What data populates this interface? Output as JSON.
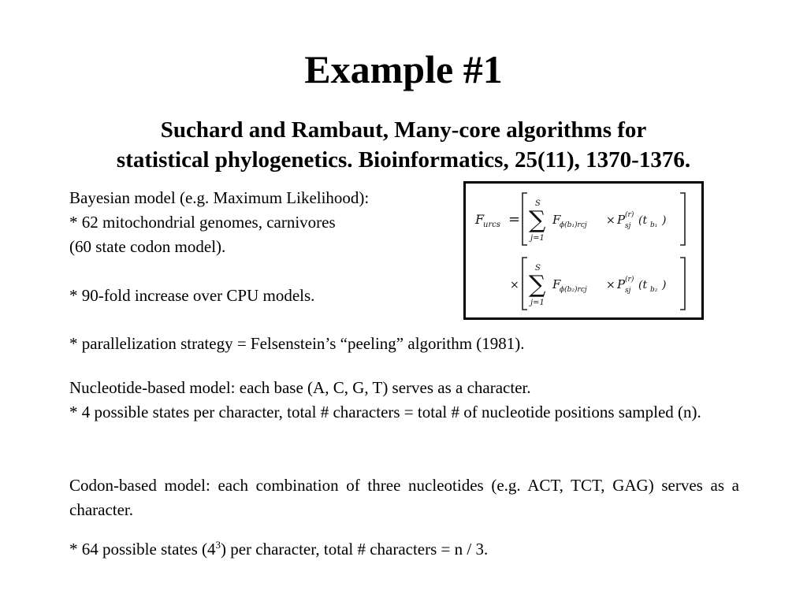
{
  "slide": {
    "title": "Example #1",
    "citation": {
      "line1": "Suchard and Rambaut, Many-core algorithms for",
      "line2": "statistical phylogenetics. Bioinformatics, 25(11), 1370-1376."
    },
    "bayesian": {
      "line1": "Bayesian model (e.g. Maximum Likelihood):",
      "line2": "* 62 mitochondrial genomes, carnivores",
      "line3": "(60 state codon model).",
      "line4": "* 90-fold increase over CPU models."
    },
    "parallelization": "* parallelization strategy = Felsenstein’s “peeling” algorithm (1981).",
    "nucleotide": {
      "line1": "Nucleotide-based model: each base (A, C, G, T) serves as a character.",
      "line2": "* 4 possible states per character, total # characters = total # of nucleotide positions sampled (n)."
    },
    "codon": "Codon-based model: each combination of three nucleotides (e.g. ACT, TCT, GAG) serves as a character.",
    "states64": {
      "before": "* 64 possible states (4",
      "sup": "3",
      "after": ") per character, total # characters = n / 3."
    }
  },
  "formula": {
    "lhs": "F",
    "lhs_sub": "urcs",
    "equals": "=",
    "sum_upper": "S",
    "sum_lower": "j=1",
    "sigma": "∑",
    "term1": "F",
    "term1_sub": "ϕ(b₁)rcj",
    "times": "×",
    "p": "P",
    "p_sup": "(r)",
    "p_sub": "sj",
    "arg1": "(t",
    "arg1_sub": "b₁",
    "close": ")",
    "term2_sub": "ϕ(b₂)rcj",
    "arg2_sub": "b₂"
  }
}
